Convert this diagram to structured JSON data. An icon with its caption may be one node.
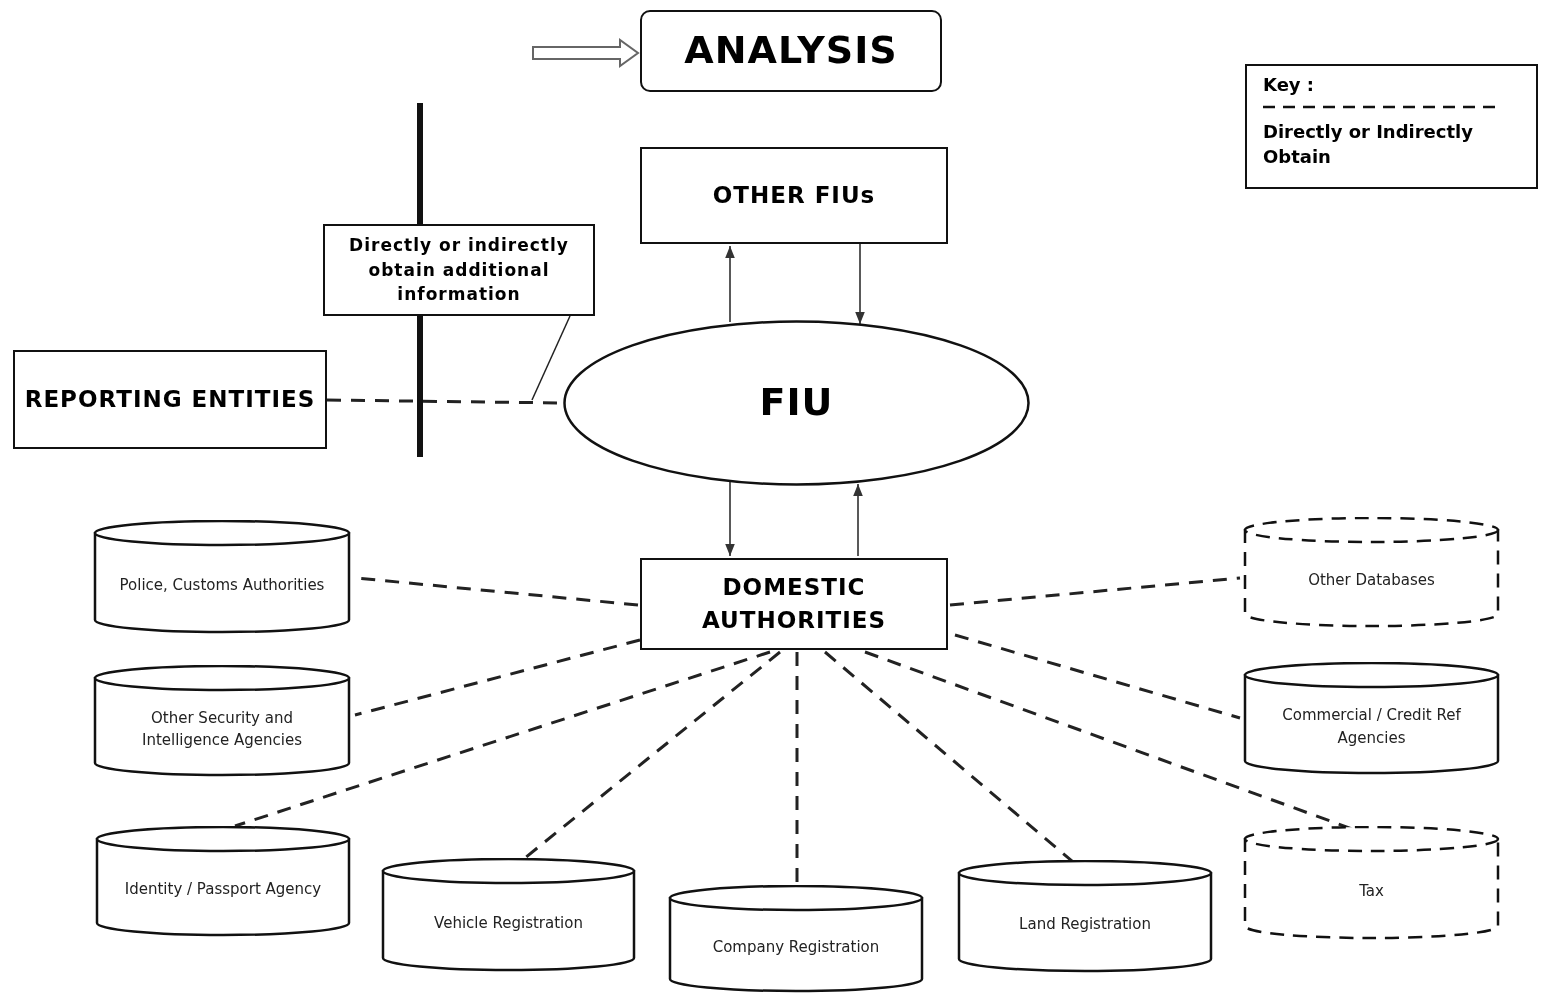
{
  "diagram": {
    "nodes": [
      {
        "text": [
          "ANALYSIS"
        ]
      },
      {
        "text": [
          "OTHER FIUs"
        ]
      },
      {
        "text": [
          "Directly or indirectly obtain additional information"
        ]
      },
      {
        "text": [
          "REPORTING ENTITIES"
        ]
      },
      {
        "text": [
          "FIU"
        ]
      },
      {
        "text": [
          "DOMESTIC AUTHORITIES"
        ]
      },
      {
        "text": [
          "Police, Customs Authorities"
        ]
      },
      {
        "text": [
          "Other Security and Intelligence Agencies"
        ]
      },
      {
        "text": [
          "Identity / Passport Agency"
        ]
      },
      {
        "text": [
          "Vehicle Registration"
        ]
      },
      {
        "text": [
          "Company Registration"
        ]
      },
      {
        "text": [
          "Land Registration"
        ]
      },
      {
        "text": [
          "Other Databases"
        ]
      },
      {
        "text": [
          "Commercial / Credit Ref Agencies"
        ]
      },
      {
        "text": [
          "Tax"
        ]
      }
    ],
    "edges": [
      {
        "from": null,
        "to": 0,
        "arrow": "to"
      },
      {
        "from": 4,
        "to": 1,
        "arrow": "to"
      },
      {
        "from": 1,
        "to": 4,
        "arrow": "to"
      },
      {
        "from": 4,
        "to": 5,
        "arrow": "to"
      },
      {
        "from": 5,
        "to": 4,
        "arrow": "to"
      },
      {
        "from": 3,
        "to": 4,
        "arrow": "none",
        "style": "dashed"
      },
      {
        "from": 2,
        "to": null,
        "arrow": "none"
      },
      {
        "from": 5,
        "to": 6,
        "arrow": "none",
        "style": "dashed"
      },
      {
        "from": 5,
        "to": 7,
        "arrow": "none",
        "style": "dashed"
      },
      {
        "from": 5,
        "to": 8,
        "arrow": "none",
        "style": "dashed"
      },
      {
        "from": 5,
        "to": 9,
        "arrow": "none",
        "style": "dashed"
      },
      {
        "from": 5,
        "to": 10,
        "arrow": "none",
        "style": "dashed"
      },
      {
        "from": 5,
        "to": 11,
        "arrow": "none",
        "style": "dashed"
      },
      {
        "from": 5,
        "to": 12,
        "arrow": "none",
        "style": "dashed"
      },
      {
        "from": 5,
        "to": 13,
        "arrow": "none",
        "style": "dashed"
      },
      {
        "from": 5,
        "to": 14,
        "arrow": "none",
        "style": "dashed"
      }
    ],
    "labels": [
      "Key :"
    ],
    "legend": [
      {
        "text": "Directly or Indirectly Obtain"
      }
    ]
  }
}
